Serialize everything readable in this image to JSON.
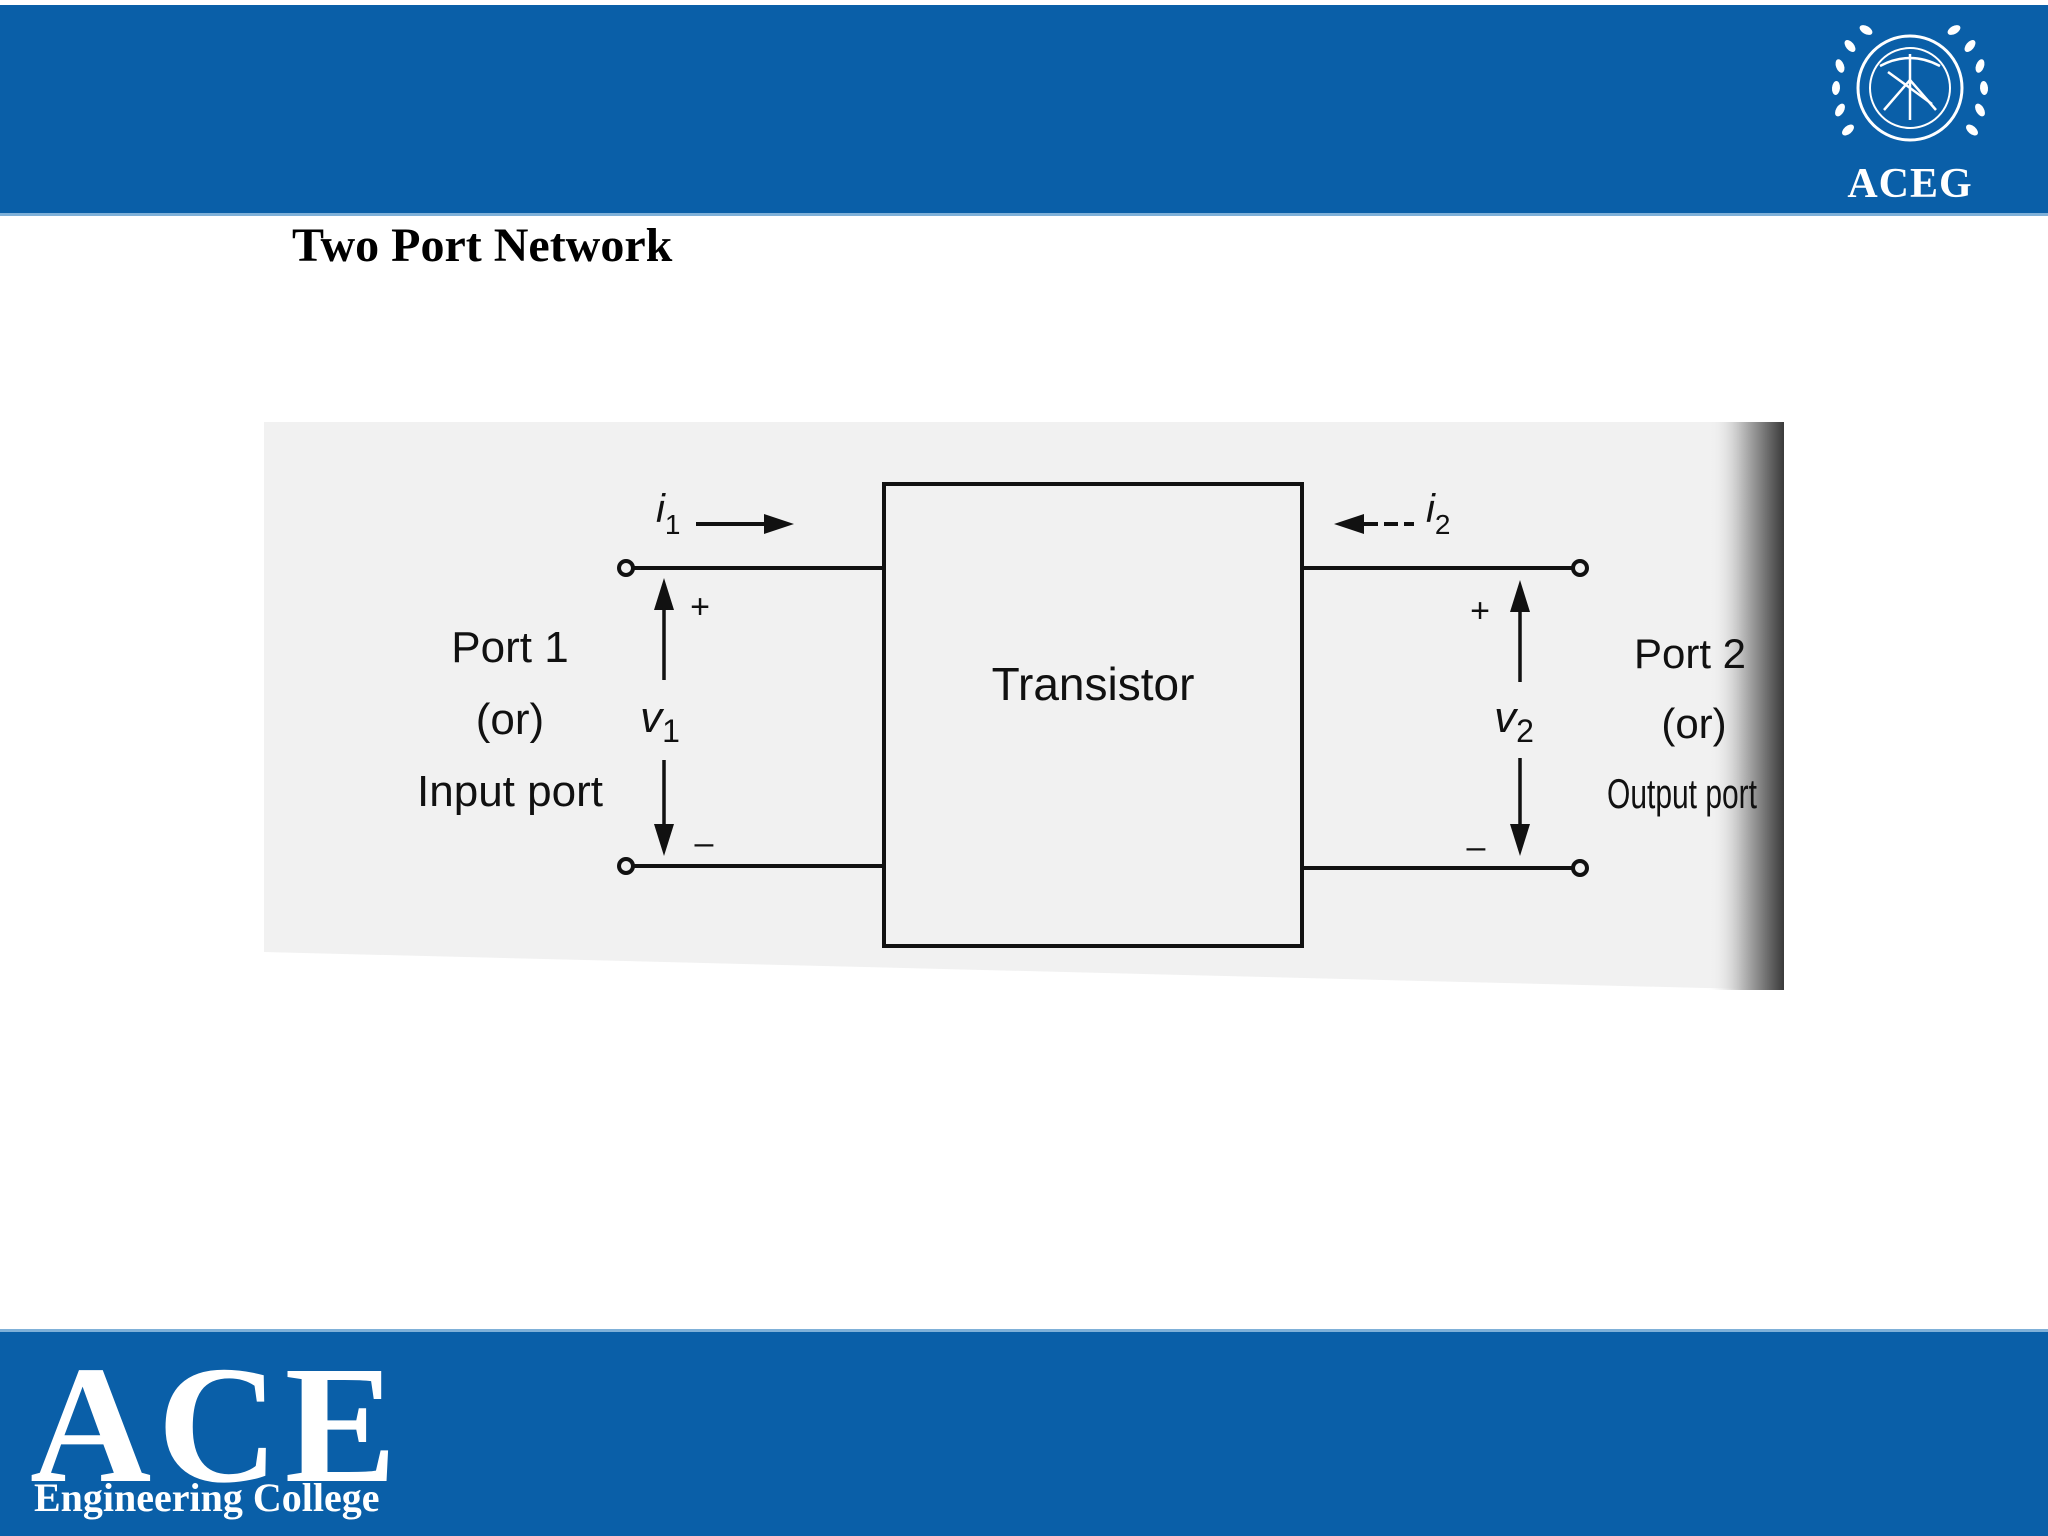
{
  "header": {
    "brand_color": "#0a5fa8",
    "seal_abbrev": "ACEG"
  },
  "slide": {
    "title": "Two Port Network"
  },
  "diagram": {
    "box_label": "Transistor",
    "port1": {
      "line1": "Port 1",
      "line2": "(or)",
      "line3": "Input port"
    },
    "port2": {
      "line1": "Port 2",
      "line2": "(or)",
      "line3": "Output port"
    },
    "current_in": "i",
    "current_in_sub": "1",
    "current_out": "i",
    "current_out_sub": "2",
    "voltage_in": "v",
    "voltage_in_sub": "1",
    "voltage_out": "v",
    "voltage_out_sub": "2",
    "plus": "+",
    "minus": "–"
  },
  "footer": {
    "logo_main": "ACE",
    "logo_sub": "Engineering College"
  }
}
